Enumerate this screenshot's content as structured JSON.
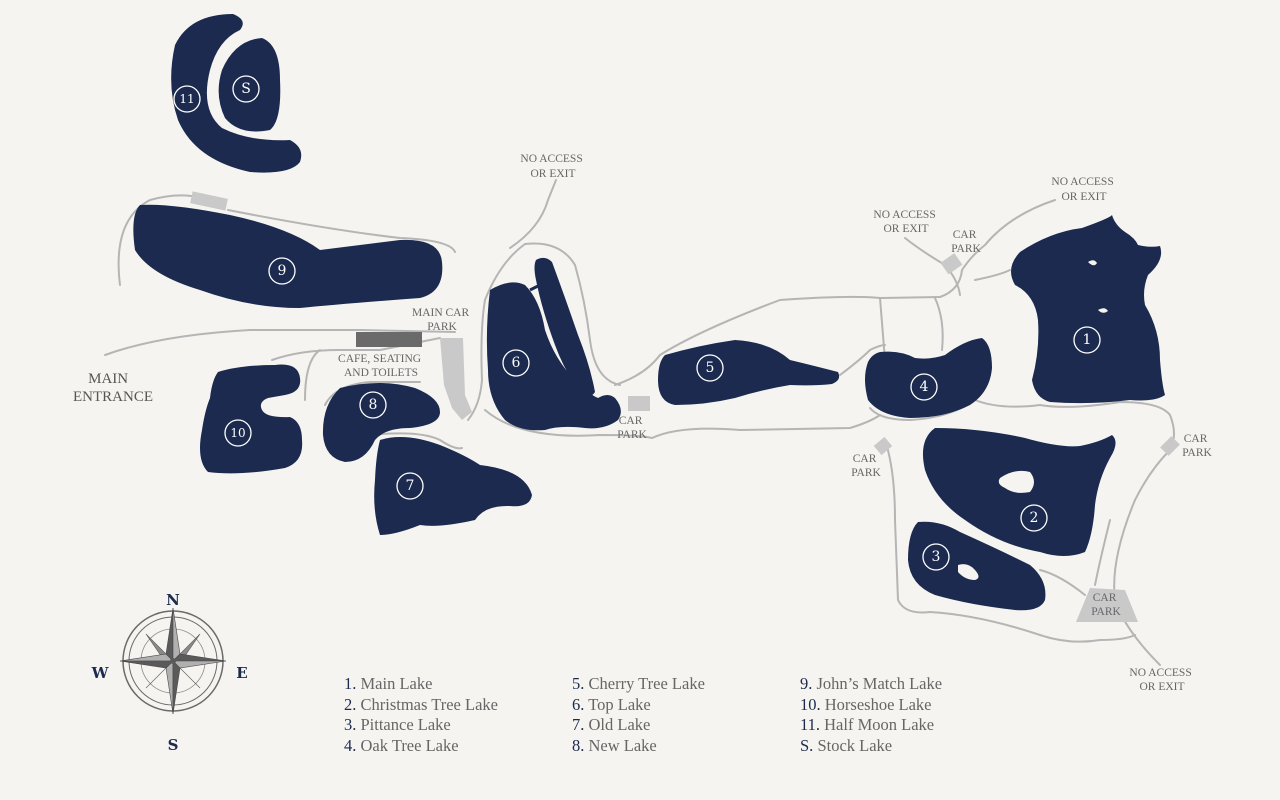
{
  "map": {
    "lake_numbers": {
      "l1": "1",
      "l2": "2",
      "l3": "3",
      "l4": "4",
      "l5": "5",
      "l6": "6",
      "l7": "7",
      "l8": "8",
      "l9": "9",
      "l10": "10",
      "l11": "11",
      "ls": "S"
    },
    "labels": {
      "main_entrance": [
        "MAIN",
        "ENTRANCE"
      ],
      "main_car_park": [
        "MAIN CAR",
        "PARK"
      ],
      "cafe": [
        "CAFE, SEATING",
        "AND TOILETS"
      ],
      "no_access_1": [
        "NO ACCESS",
        "OR EXIT"
      ],
      "no_access_2": [
        "NO ACCESS",
        "OR EXIT"
      ],
      "no_access_3": [
        "NO ACCESS",
        "OR EXIT"
      ],
      "no_access_4": [
        "NO ACCESS",
        "OR EXIT"
      ],
      "car_park_1": [
        "CAR",
        "PARK"
      ],
      "car_park_2": [
        "CAR",
        "PARK"
      ],
      "car_park_3": [
        "CAR",
        "PARK"
      ],
      "car_park_4": [
        "CAR",
        "PARK"
      ],
      "car_park_5": [
        "CAR",
        "PARK"
      ]
    },
    "compass": {
      "n": "N",
      "e": "E",
      "s": "S",
      "w": "W"
    },
    "colors": {
      "water": "#1b2a4e",
      "background": "#f5f4f0",
      "path": "#b5b5b5",
      "car_park": "#c9c9c9",
      "building": "#6a6a6a"
    }
  },
  "legend": [
    [
      {
        "key": "1.",
        "name": "Main Lake"
      },
      {
        "key": "2.",
        "name": "Christmas Tree Lake"
      },
      {
        "key": "3.",
        "name": "Pittance Lake"
      },
      {
        "key": "4.",
        "name": "Oak Tree Lake"
      }
    ],
    [
      {
        "key": "5.",
        "name": "Cherry Tree Lake"
      },
      {
        "key": "6.",
        "name": "Top Lake"
      },
      {
        "key": "7.",
        "name": "Old Lake"
      },
      {
        "key": "8.",
        "name": "New Lake"
      }
    ],
    [
      {
        "key": "9.",
        "name": "John’s Match Lake"
      },
      {
        "key": "10.",
        "name": "Horseshoe Lake"
      },
      {
        "key": "11.",
        "name": "Half Moon Lake"
      },
      {
        "key": "S.",
        "name": "Stock Lake"
      }
    ]
  ]
}
